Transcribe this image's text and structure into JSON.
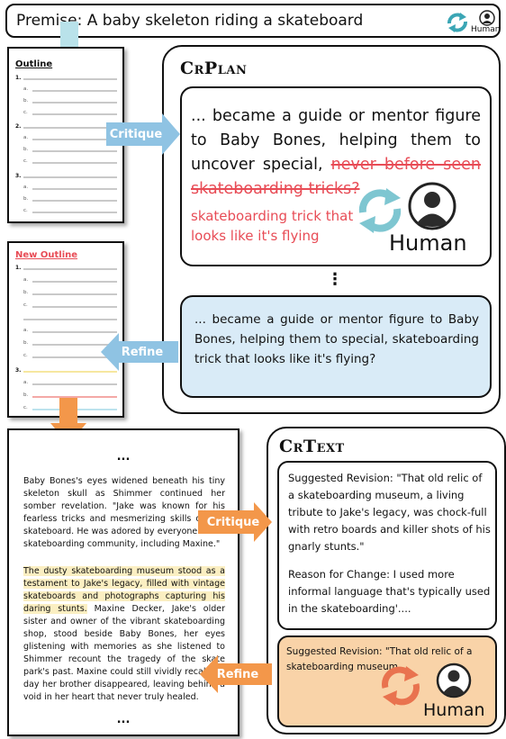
{
  "premise": "Premise: A baby skeleton riding a skateboard",
  "human_label": "Human",
  "outline": {
    "title": "Outline",
    "numbers": [
      "1.",
      "2.",
      "3."
    ],
    "letters": [
      "a.",
      "b.",
      "c."
    ]
  },
  "new_outline": {
    "title": "New Outline",
    "numbers": [
      "1.",
      "3."
    ],
    "letters": [
      "a.",
      "b.",
      "c."
    ]
  },
  "crplan": {
    "title": "CrPlan",
    "plan_text_1": "... became a guide or mentor figure to Baby Bones, helping them to uncover special,",
    "strike_text": "never before seen skateboarding tricks?",
    "suggestion": "skateboarding trick that looks like it's flying",
    "ellipsis": "⋮",
    "revised": "... became a guide or mentor figure to Baby Bones, helping them to special, skateboarding trick that looks like it's flying?"
  },
  "arrows": {
    "critique": "Critique",
    "refine": "Refine"
  },
  "story": {
    "top_dots": "...",
    "para1": "Baby Bones's eyes widened beneath his tiny skeleton skull as Shimmer continued her somber revelation. \"Jake was known for his fearless tricks and mesmerizing skills on the skateboard. He was adored by everyone in the skateboarding community, including Maxine.\"",
    "para2_highlight": "The dusty skateboarding museum stood as a testament to Jake's legacy, filled with vintage skateboards and photographs capturing his daring stunts.",
    "para2_rest": " Maxine Decker, Jake's older sister and owner of the vibrant skateboarding shop, stood beside Baby Bones, her eyes glistening with memories as she listened to Shimmer recount the tragedy of the skate park's past. Maxine could still vividly recall the day her brother disappeared, leaving behind a void in her heart that never truly healed.",
    "bottom_dots": "..."
  },
  "crtext": {
    "title": "CrText",
    "suggested": "Suggested Revision: \"That old relic of a skateboarding museum, a living tribute to Jake's legacy, was chock-full with retro boards and killer shots of his gnarly stunts.\"",
    "reason": "Reason for Change: I used more informal language that's typically used in the skateboarding'....",
    "human_revision": "Suggested Revision: \"That old relic of a skateboarding museum,"
  },
  "colors": {
    "blue_accent": "#7ec6d1",
    "blue_arrow": "#8fc3e3",
    "orange_arrow": "#f3974a",
    "red_text": "#e84c56",
    "light_blue_box": "#d9ebf7",
    "orange_box": "#f9d3a8",
    "highlight": "#fbefc2"
  },
  "icons": [
    "refresh-icon",
    "human-avatar-icon"
  ]
}
